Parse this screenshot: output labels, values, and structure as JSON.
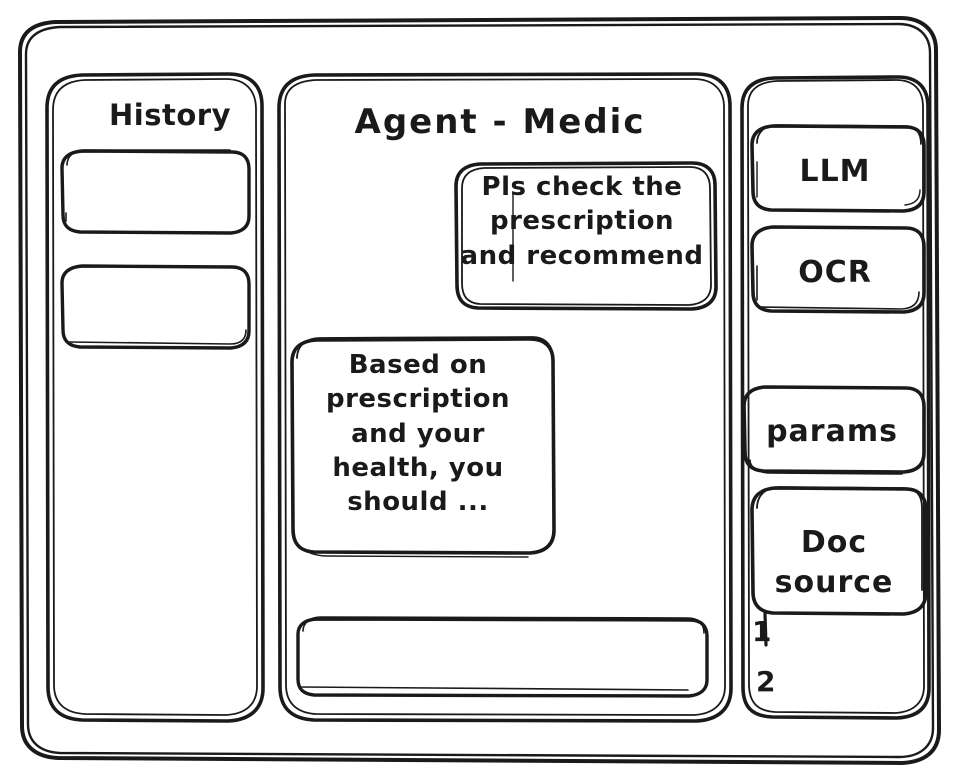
{
  "window": {
    "name": "agent-medic-wireframe"
  },
  "sidebar_left": {
    "title": "History",
    "items": [
      {
        "name": "history-item-1",
        "label": ""
      },
      {
        "name": "history-item-2",
        "label": ""
      }
    ]
  },
  "main": {
    "title": "Agent - Medic",
    "messages": [
      {
        "role": "user",
        "align": "right",
        "text": "Pls check the\nprescription\nand recommend"
      },
      {
        "role": "assistant",
        "align": "left",
        "text": "Based on\nprescription\nand your\nhealth, you\nshould ..."
      }
    ],
    "composer": {
      "value": "",
      "placeholder": ""
    }
  },
  "sidebar_right": {
    "chips": [
      {
        "name": "llm-chip",
        "label": "LLM"
      },
      {
        "name": "ocr-chip",
        "label": "OCR"
      },
      {
        "name": "params-chip",
        "label": "params"
      },
      {
        "name": "doc-source-chip",
        "label": "Doc\nsource"
      }
    ],
    "source_list": [
      {
        "marker": "1",
        "label": ""
      },
      {
        "marker": "2",
        "label": ""
      }
    ]
  },
  "style": {
    "stroke_color": "#1a1a1a",
    "background_color": "#ffffff"
  }
}
